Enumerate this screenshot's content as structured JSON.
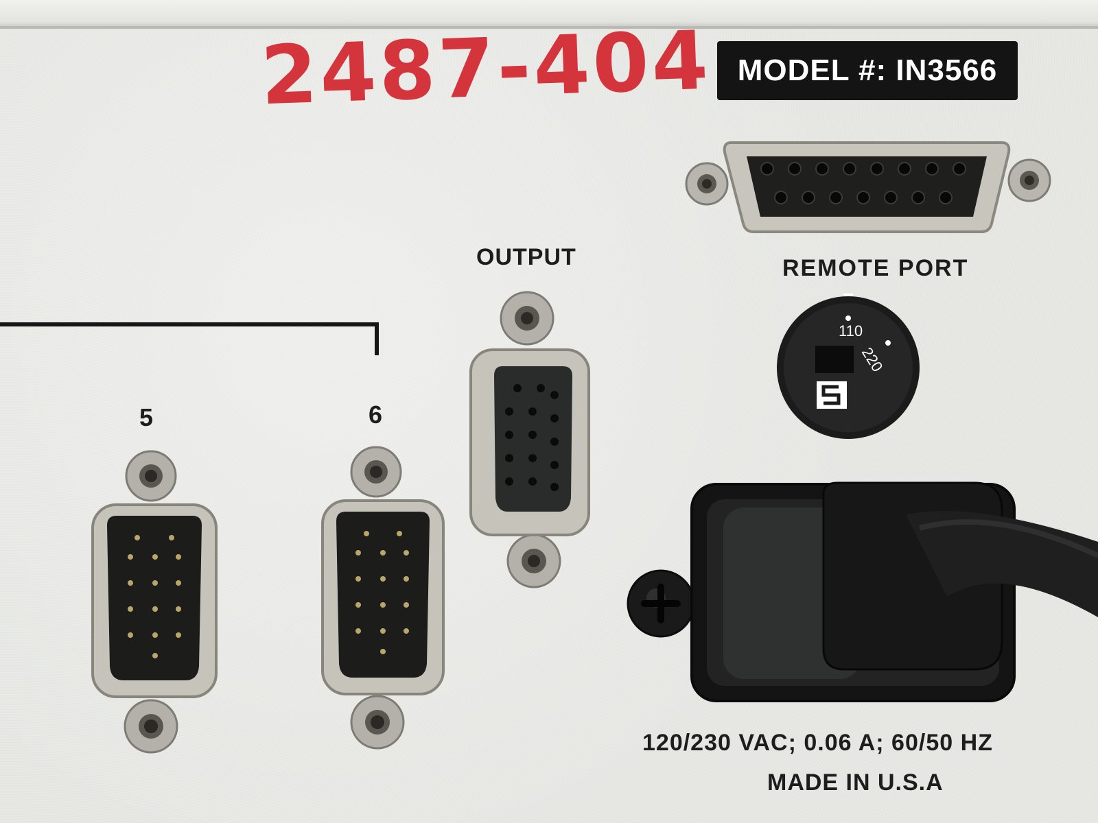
{
  "panel": {
    "handwritten_marking": "2487-404",
    "model_label": "MODEL #: IN3566",
    "rating": "120/230 VAC; 0.06 A; 60/50 HZ",
    "origin": "MADE IN U.S.A"
  },
  "connectors": {
    "port_5_label": "5",
    "port_6_label": "6",
    "output_label": "OUTPUT",
    "remote_label": "REMOTE PORT"
  },
  "voltage_selector": {
    "option_low": "110",
    "option_high": "220"
  },
  "colors": {
    "panel": "#e7e8e4",
    "marker_red": "#d3262e",
    "label_black": "#141414"
  },
  "icons": [
    "phillips-screw-icon",
    "selector-logo-icon",
    "power-cord-icon"
  ]
}
